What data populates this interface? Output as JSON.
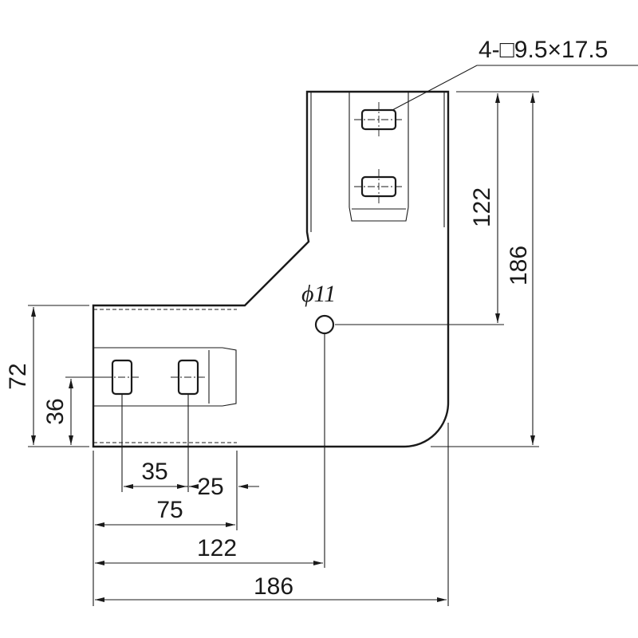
{
  "dimensions": {
    "slot_callout": "4-□9.5×17.5",
    "hole_diameter": "ϕ11",
    "vertical_inner": "122",
    "vertical_outer": "186",
    "left_height": "72",
    "left_half_height": "36",
    "slot_pitch": "35",
    "slot_edge_offset": "25",
    "first_slot_span": "75",
    "horizontal_inner": "122",
    "horizontal_outer": "186"
  }
}
